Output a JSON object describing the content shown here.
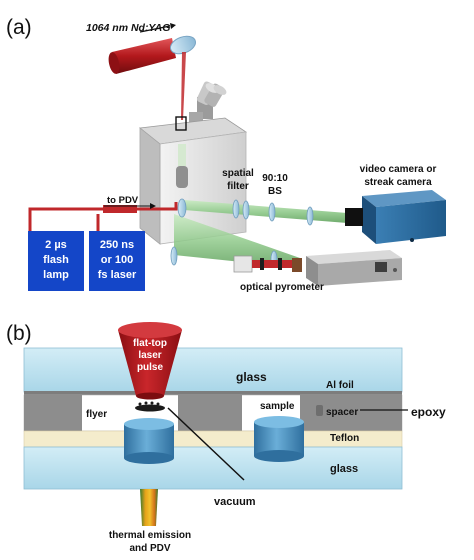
{
  "panel_a": {
    "panel_label": "(a)",
    "laser_label": "1064 nm Nd:YAG",
    "spatial_filter_label": [
      "spatial",
      "filter"
    ],
    "bs_label": [
      "90:10",
      "BS"
    ],
    "camera_label": [
      "video camera or",
      "streak camera"
    ],
    "to_pdv_label": "to PDV",
    "flash_lamp_box": [
      "2 µs",
      "flash",
      "lamp"
    ],
    "laser_box": [
      "250 ns",
      "or 100",
      "fs laser"
    ],
    "pyrometer_label": "optical pyrometer",
    "colors": {
      "laser_red": "#c0282b",
      "box_blue": "#1446c8",
      "beam_green": "#8fc98a",
      "camera_blue": "#2e6fa3"
    }
  },
  "panel_b": {
    "panel_label": "(b)",
    "pulse_label": [
      "flat-top",
      "laser",
      "pulse"
    ],
    "glass_top_label": "glass",
    "al_foil_label": "Al foil",
    "flyer_label": "flyer",
    "sample_label": "sample",
    "spacer_label": "spacer",
    "epoxy_label": "epoxy",
    "teflon_label": "Teflon",
    "glass_bottom_label": "glass",
    "vacuum_label": "vacuum",
    "emission_label": [
      "thermal emission",
      "and PDV"
    ],
    "colors": {
      "glass": "#bfe3f0",
      "teflon": "#f4eccc",
      "spacer": "#8d8d8d",
      "pulse": "#b1191e",
      "sample": "#4e94c8"
    }
  }
}
